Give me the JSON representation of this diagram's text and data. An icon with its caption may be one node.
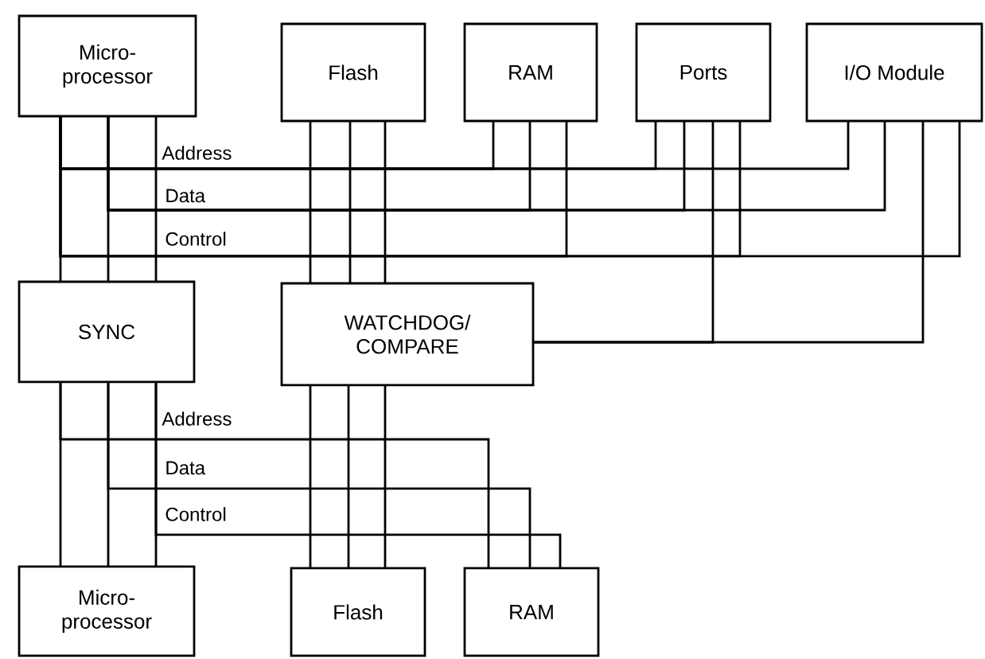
{
  "diagram": {
    "nodes": [
      {
        "text": [
          "Micro- processor"
        ]
      },
      {
        "text": [
          "Flash"
        ]
      },
      {
        "text": [
          "RAM"
        ]
      },
      {
        "text": [
          "Ports"
        ]
      },
      {
        "text": [
          "I/O Module"
        ]
      },
      {
        "text": [
          "SYNC"
        ]
      },
      {
        "text": [
          "WATCHDOG/ COMPARE"
        ]
      },
      {
        "text": [
          "Micro- processor"
        ]
      },
      {
        "text": [
          "Flash"
        ]
      },
      {
        "text": [
          "RAM"
        ]
      }
    ],
    "edges": [
      {
        "from": 0,
        "to": 5,
        "arrow": "none"
      },
      {
        "from": 0,
        "to": 5,
        "arrow": "none"
      },
      {
        "from": 0,
        "to": 5,
        "arrow": "none"
      },
      {
        "from": 1,
        "to": 6,
        "arrow": "none"
      },
      {
        "from": 1,
        "to": 6,
        "arrow": "none"
      },
      {
        "from": 1,
        "to": 6,
        "arrow": "none"
      },
      {
        "from": 0,
        "to": 2,
        "arrow": "none"
      },
      {
        "from": 0,
        "to": 2,
        "arrow": "none"
      },
      {
        "from": 0,
        "to": 2,
        "arrow": "none"
      },
      {
        "from": 0,
        "to": 3,
        "arrow": "none"
      },
      {
        "from": 0,
        "to": 3,
        "arrow": "none"
      },
      {
        "from": 0,
        "to": 3,
        "arrow": "none"
      },
      {
        "from": 0,
        "to": 4,
        "arrow": "none"
      },
      {
        "from": 0,
        "to": 4,
        "arrow": "none"
      },
      {
        "from": 0,
        "to": 4,
        "arrow": "none"
      },
      {
        "from": 6,
        "to": 3,
        "arrow": "none"
      },
      {
        "from": 6,
        "to": 4,
        "arrow": "none"
      },
      {
        "from": 5,
        "to": 7,
        "arrow": "none"
      },
      {
        "from": 5,
        "to": 7,
        "arrow": "none"
      },
      {
        "from": 5,
        "to": 7,
        "arrow": "none"
      },
      {
        "from": 6,
        "to": 8,
        "arrow": "none"
      },
      {
        "from": 6,
        "to": 8,
        "arrow": "none"
      },
      {
        "from": 6,
        "to": 8,
        "arrow": "none"
      },
      {
        "from": 5,
        "to": 9,
        "arrow": "none"
      },
      {
        "from": 5,
        "to": 9,
        "arrow": "none"
      },
      {
        "from": 5,
        "to": 9,
        "arrow": "none"
      }
    ],
    "labels": [
      "Address",
      "Data",
      "Control",
      "Address",
      "Data",
      "Control"
    ]
  }
}
